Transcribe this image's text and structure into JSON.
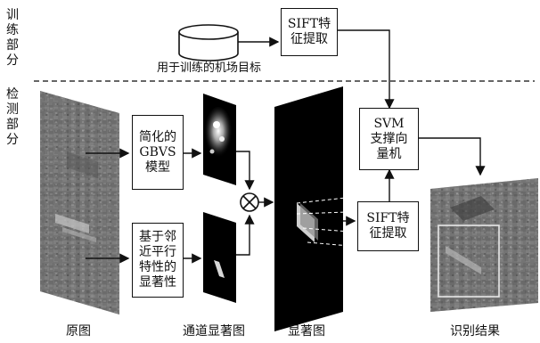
{
  "section_labels": {
    "training": "训练部分",
    "detection": "检测部分"
  },
  "training": {
    "database_label": "用于训练的机场目标",
    "sift_box_line1": "SIFT特",
    "sift_box_line2": "征提取"
  },
  "detection": {
    "gbvs_line1": "简化的",
    "gbvs_line2": "GBVS",
    "gbvs_line3": "模型",
    "parallel_line1": "基于邻",
    "parallel_line2": "近平行",
    "parallel_line3": "特性的",
    "parallel_line4": "显著性",
    "svm_line1": "SVM",
    "svm_line2": "支撑向",
    "svm_line3": "量机",
    "sift_line1": "SIFT特",
    "sift_line2": "征提取"
  },
  "captions": {
    "original": "原图",
    "channel_saliency": "通道显著图",
    "saliency": "显著图",
    "result": "识别结果"
  },
  "colors": {
    "line": "#111111",
    "dashed_divider": "#333333",
    "detection_box": "#e8e8e8"
  }
}
